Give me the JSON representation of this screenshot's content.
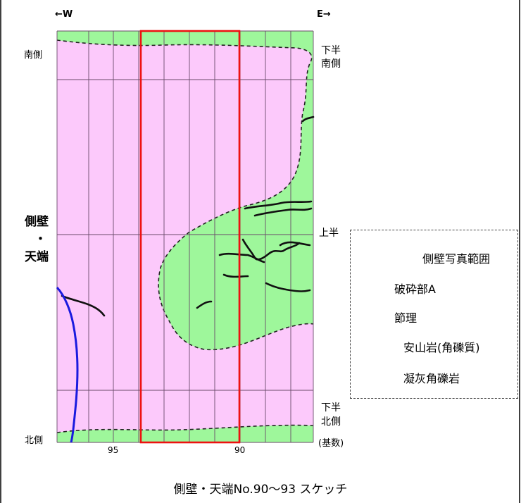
{
  "direction": {
    "west": "←W",
    "east": "E→"
  },
  "left_labels": {
    "south": "南側",
    "north": "北側"
  },
  "side_title": {
    "line1": "側壁",
    "line2": "・",
    "line3": "天端"
  },
  "right_labels": {
    "lower_half_south": [
      "下半",
      "南側"
    ],
    "upper_half": "上半",
    "lower_half_north": [
      "下半",
      "北側"
    ],
    "base_count": "(基数)"
  },
  "ticks": {
    "t95": "95",
    "t90": "90"
  },
  "legend": [
    {
      "label": "側壁写真範囲",
      "symbol": "red-rect",
      "color": "#ee1111"
    },
    {
      "label": "破砕部A",
      "symbol": "line",
      "color": "#1a1adf"
    },
    {
      "label": "節理",
      "symbol": "line",
      "color": "#111111"
    },
    {
      "label": "安山岩(角礫質)",
      "symbol": "fill",
      "color": "#fcc9fb"
    },
    {
      "label": "凝灰角礫岩",
      "symbol": "fill",
      "color": "#9ef79b"
    }
  ],
  "caption": "側壁・天端No.90〜93 スケッチ",
  "colors": {
    "andesite": "#fcc9fb",
    "tuff": "#9ef79b",
    "photo_range": "#ee1111",
    "fracture": "#1a1adf",
    "joint": "#111111"
  }
}
